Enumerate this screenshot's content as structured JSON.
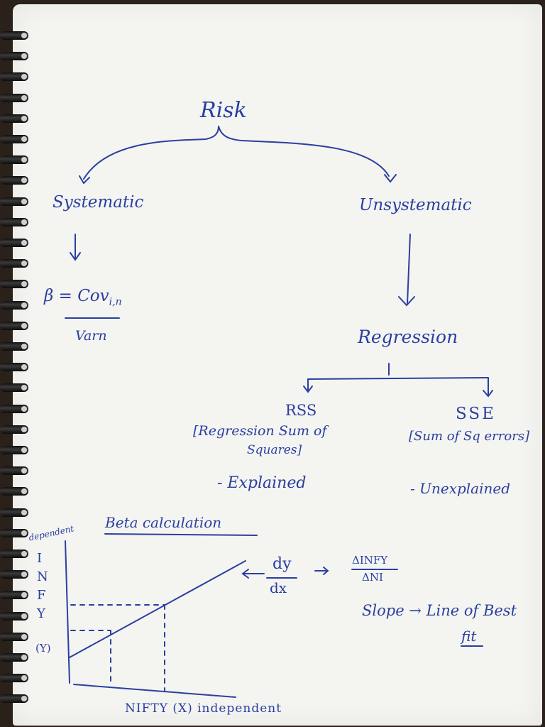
{
  "diagram": {
    "root": "Risk",
    "systematic": "Systematic",
    "unsystematic": "Unsystematic",
    "beta_formula": "β = Cov",
    "beta_sub": "i,n",
    "beta_denominator": "Varn",
    "regression": "Regression",
    "rss": "RSS",
    "rss_full_1": "[Regression Sum of",
    "rss_full_2": "Squares]",
    "rss_note": "- Explained",
    "sse": "SSE",
    "sse_full": "[Sum of Sq errors]",
    "sse_note": "- Unexplained"
  },
  "beta_section": {
    "heading": "Beta calculation",
    "y_axis_note": "dependent",
    "y_axis_letters": [
      "I",
      "N",
      "F",
      "Y"
    ],
    "y_symbol": "(Y)",
    "x_axis_label": "NIFTY (X) independent",
    "dy": "dy",
    "dx": "dx",
    "delta_num": "ΔINFY",
    "delta_den": "ΔNI",
    "slope_text": "Slope → Line of Best",
    "slope_fit": "fit"
  },
  "colors": {
    "ink": "#2a3fa0",
    "paper": "#f4f4f1",
    "binding": "#111111"
  }
}
